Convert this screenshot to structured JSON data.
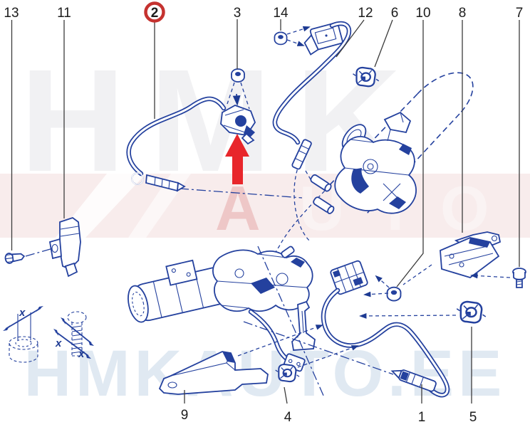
{
  "diagram": {
    "kind": "exploded-parts-diagram",
    "callouts": [
      {
        "number": "13",
        "circled": false
      },
      {
        "number": "11",
        "circled": false
      },
      {
        "number": "2",
        "circled": true
      },
      {
        "number": "3",
        "circled": false
      },
      {
        "number": "14",
        "circled": false
      },
      {
        "number": "12",
        "circled": false
      },
      {
        "number": "6",
        "circled": false
      },
      {
        "number": "10",
        "circled": false
      },
      {
        "number": "8",
        "circled": false
      },
      {
        "number": "7",
        "circled": false
      },
      {
        "number": "9",
        "circled": false
      },
      {
        "number": "4",
        "circled": false
      },
      {
        "number": "1",
        "circled": false
      },
      {
        "number": "5",
        "circled": false
      }
    ],
    "highlight": {
      "circled_number": "2",
      "circle_color": "#c5322f",
      "arrow_color": "#e8262b"
    },
    "annotations": {
      "x_marks": [
        "x",
        "x",
        "x"
      ]
    }
  },
  "watermark": {
    "top_letters": "HMK",
    "band_letters": [
      "A",
      "U",
      "T",
      "O"
    ],
    "bottom_text": "HMKAUTO.EE"
  },
  "colors": {
    "drawing_blue": "#24419e",
    "leader_black": "#3c3c3c",
    "watermark_gray": "#f1f1f3",
    "watermark_pink_band": "#f8ecec",
    "watermark_pink_letter": "#eec7c7",
    "watermark_blue_text": "#e0e9f2"
  }
}
